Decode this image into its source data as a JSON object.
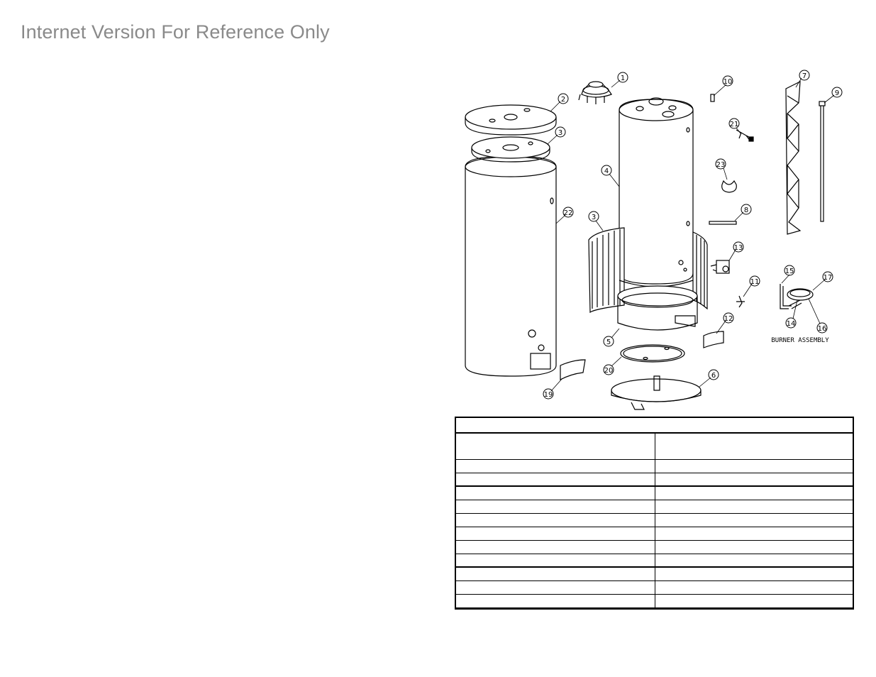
{
  "header": {
    "watermark_text": "Internet Version For Reference Only"
  },
  "diagram": {
    "callouts": [
      "1",
      "2",
      "3",
      "3",
      "4",
      "5",
      "6",
      "7",
      "8",
      "9",
      "10",
      "11",
      "12",
      "13",
      "14",
      "15",
      "16",
      "17",
      "19",
      "20",
      "21",
      "22",
      "23"
    ],
    "burner_caption": "BURNER ASSEMBLY"
  },
  "parts_table": {
    "title": "",
    "columns": [
      "",
      ""
    ],
    "rows": [
      [
        "",
        ""
      ],
      [
        "",
        ""
      ],
      [
        "",
        ""
      ],
      [
        "",
        ""
      ],
      [
        "",
        ""
      ],
      [
        "",
        ""
      ],
      [
        "",
        ""
      ],
      [
        "",
        ""
      ],
      [
        "",
        ""
      ],
      [
        "",
        ""
      ],
      [
        "",
        ""
      ]
    ]
  }
}
